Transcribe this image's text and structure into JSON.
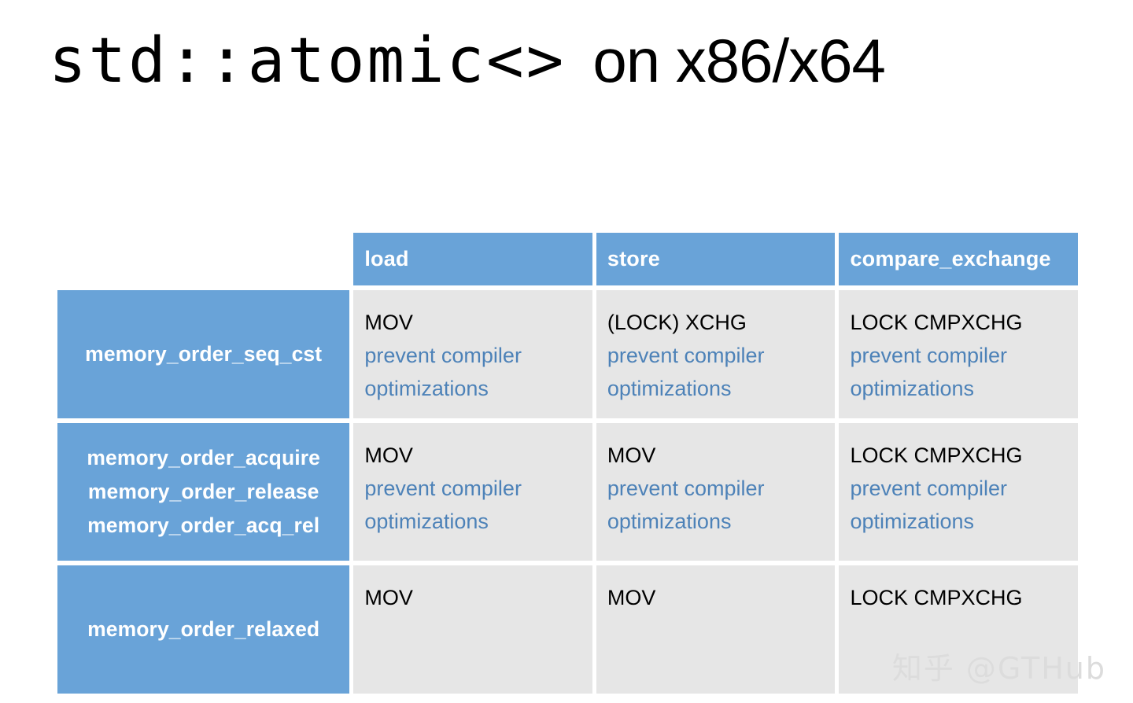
{
  "slide": {
    "title_mono": "std::atomic<>",
    "title_rest": "on x86/x64",
    "watermark": "知乎 @GTHub"
  },
  "colors": {
    "header_blue": "#69a3d8",
    "cell_gray": "#e6e6e6",
    "note_blue": "#4d82b8",
    "instruction_black": "#000000",
    "background": "#ffffff",
    "watermark_gray": "#dcdcdc"
  },
  "table": {
    "corner_label": "",
    "columns": [
      {
        "label": "load"
      },
      {
        "label": "store"
      },
      {
        "label": "compare_exchange"
      }
    ],
    "rows": [
      {
        "label_lines": [
          "memory_order_seq_cst"
        ],
        "cells": [
          {
            "instruction": "MOV",
            "note_lines": [
              "prevent compiler",
              "optimizations"
            ]
          },
          {
            "instruction": "(LOCK) XCHG",
            "note_lines": [
              "prevent compiler",
              "optimizations"
            ]
          },
          {
            "instruction": "LOCK CMPXCHG",
            "note_lines": [
              "prevent compiler",
              "optimizations"
            ]
          }
        ]
      },
      {
        "label_lines": [
          "memory_order_acquire",
          "memory_order_release",
          "memory_order_acq_rel"
        ],
        "cells": [
          {
            "instruction": "MOV",
            "note_lines": [
              "prevent compiler",
              "optimizations"
            ]
          },
          {
            "instruction": "MOV",
            "note_lines": [
              "prevent compiler",
              "optimizations"
            ]
          },
          {
            "instruction": "LOCK CMPXCHG",
            "note_lines": [
              "prevent compiler",
              "optimizations"
            ]
          }
        ]
      },
      {
        "label_lines": [
          "memory_order_relaxed"
        ],
        "cells": [
          {
            "instruction": "MOV",
            "note_lines": []
          },
          {
            "instruction": "MOV",
            "note_lines": []
          },
          {
            "instruction": "LOCK CMPXCHG",
            "note_lines": []
          }
        ]
      }
    ]
  }
}
